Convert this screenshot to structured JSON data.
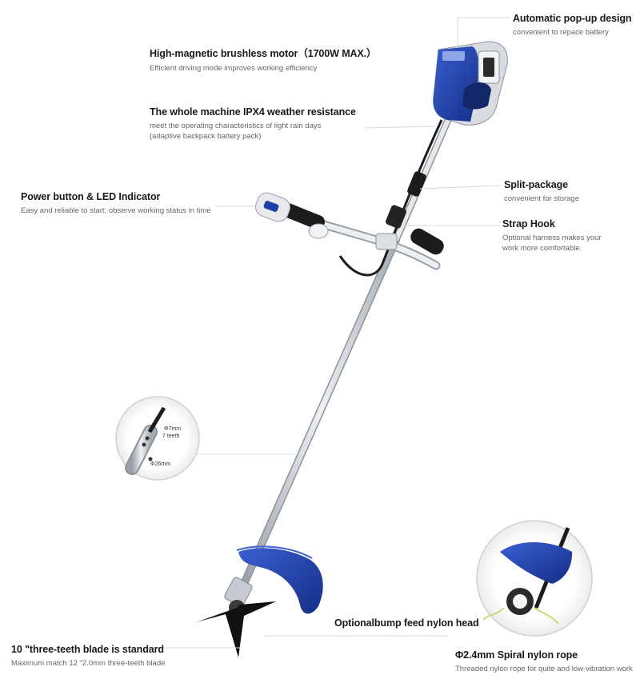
{
  "callouts": {
    "popup": {
      "title": "Automatic pop-up design",
      "desc": [
        "convenient to repace battery"
      ]
    },
    "motor": {
      "title": "High-magnetic brushless motor（1700W MAX.）",
      "desc": [
        "Efficient driving mode improves working efficiency"
      ]
    },
    "ipx4": {
      "title": "The whole machine IPX4 weather resistance",
      "desc": [
        "meet the operating characteristics of light rain days",
        "(adaptive backpack battery pack)"
      ]
    },
    "power": {
      "title": "Power button & LED Indicator",
      "desc": [
        "Easy and reliable to start; observe working status in time"
      ]
    },
    "split": {
      "title": "Split-package",
      "desc": [
        "convenient for storage"
      ]
    },
    "strap": {
      "title": "Strap Hook",
      "desc": [
        "Optional harness makes your",
        "work more comfortable."
      ]
    },
    "feedhead": {
      "title": "Optionalbump feed nylon head",
      "desc": []
    },
    "blade": {
      "title": "10 \"three-teeth blade is standard",
      "desc": [
        "Maximum match 12 \"2.0mm three-teeth blade"
      ]
    },
    "rope": {
      "title": "Φ2.4mm Spiral nylon rope",
      "desc": [
        "Threaded nylon rope for quite and low-vibration work"
      ]
    }
  },
  "shaft_detail": {
    "shaft_dia": "Φ7mm",
    "teeth": "7 teeth",
    "tube_dia": "Φ26mm"
  },
  "colors": {
    "brand_blue": "#1f3fa8",
    "aluminum": "#c8ccd2",
    "black": "#1c1c1c"
  }
}
